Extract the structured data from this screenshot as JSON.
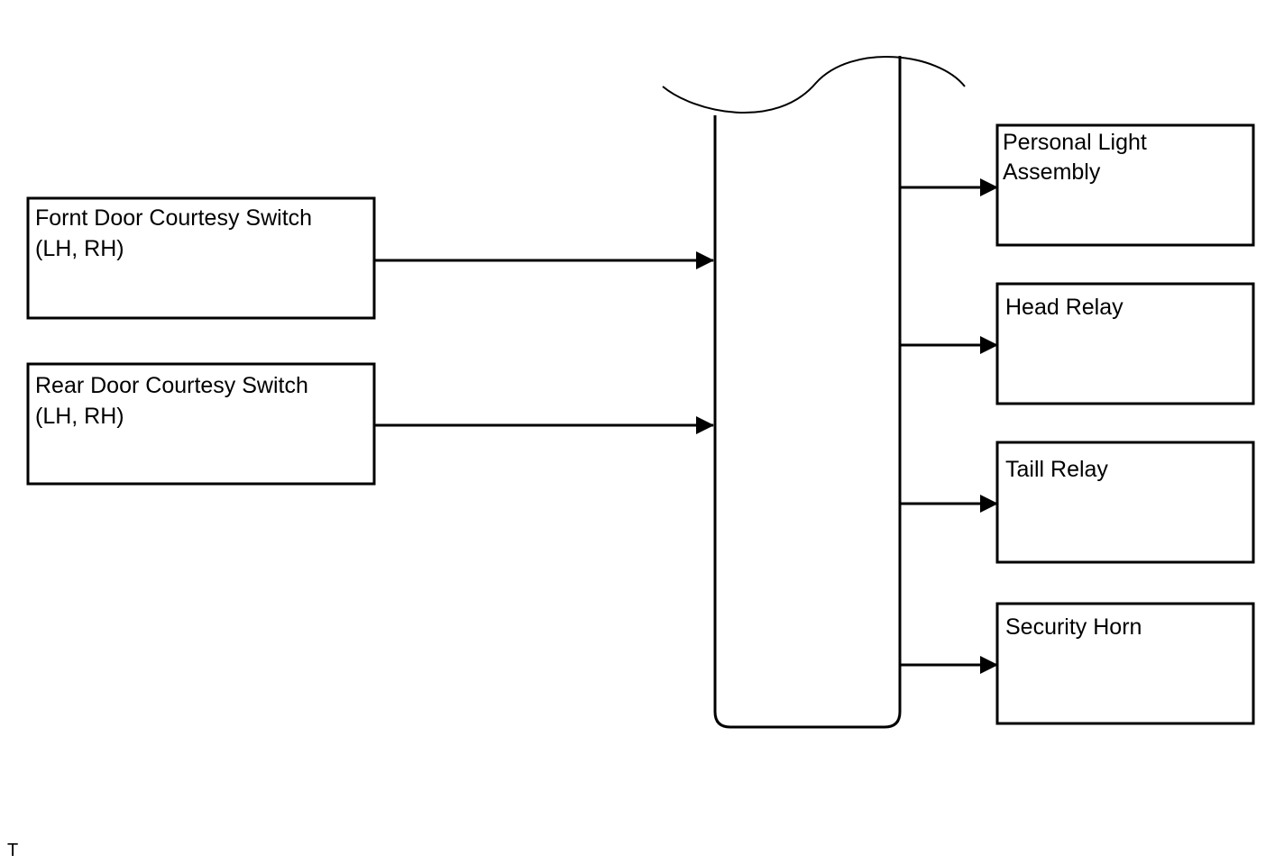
{
  "diagram": {
    "inputs": [
      {
        "line1": "Fornt Door Courtesy Switch",
        "line2": "(LH, RH)"
      },
      {
        "line1": "Rear Door Courtesy Switch",
        "line2": "(LH, RH)"
      }
    ],
    "outputs": [
      {
        "line1": "Personal Light",
        "line2": "Assembly"
      },
      {
        "line1": "Head Relay",
        "line2": ""
      },
      {
        "line1": "Taill Relay",
        "line2": ""
      },
      {
        "line1": "Security Horn",
        "line2": ""
      }
    ],
    "corner_mark": "T"
  }
}
